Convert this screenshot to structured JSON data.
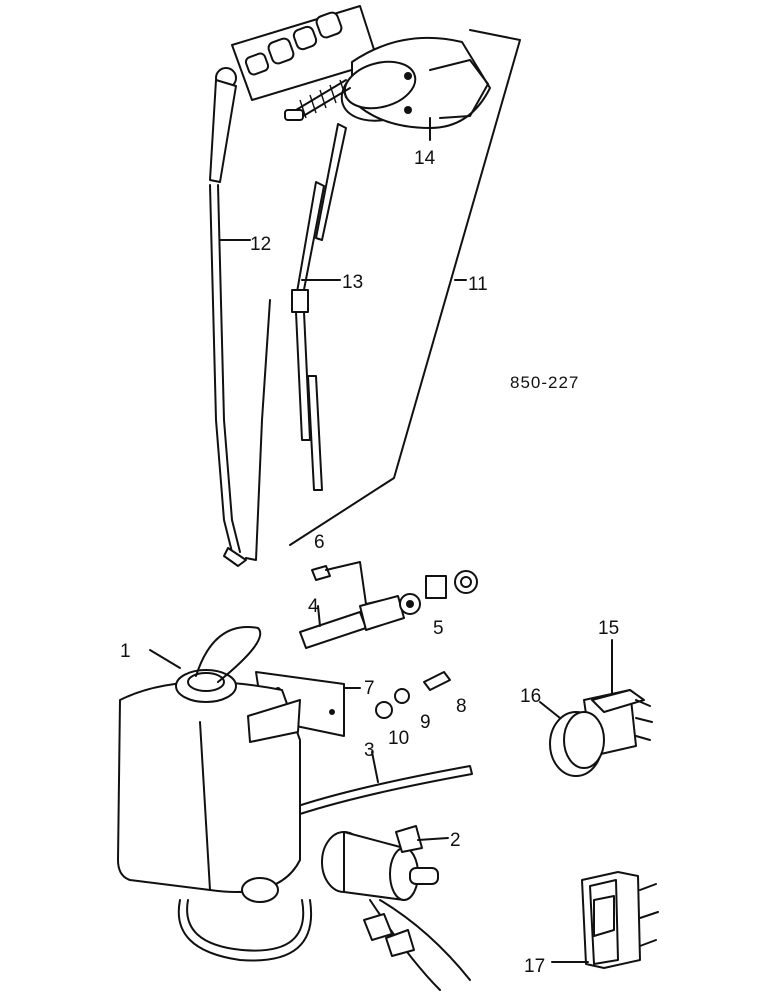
{
  "figure_code": "850-227",
  "callouts": [
    "1",
    "2",
    "3",
    "4",
    "5",
    "6",
    "7",
    "8",
    "9",
    "10",
    "11",
    "12",
    "13",
    "14",
    "15",
    "16",
    "17"
  ]
}
